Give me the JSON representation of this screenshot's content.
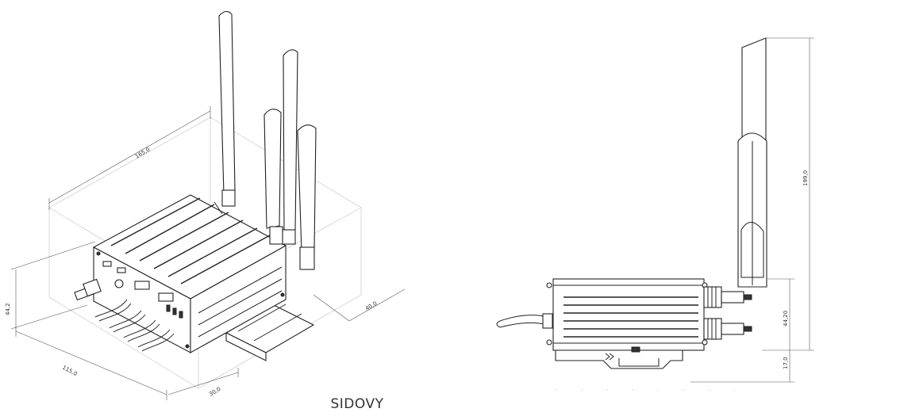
{
  "caption": "SIDOVY",
  "iso_view": {
    "dim_length": "165,0",
    "dim_height": "44,2",
    "dim_depth": "40,0",
    "dim_width": "115,0",
    "dim_offset": "30,0"
  },
  "side_view": {
    "dim_total_height": "199,0",
    "dim_body_height": "44,20",
    "dim_rail_height": "17,0"
  }
}
